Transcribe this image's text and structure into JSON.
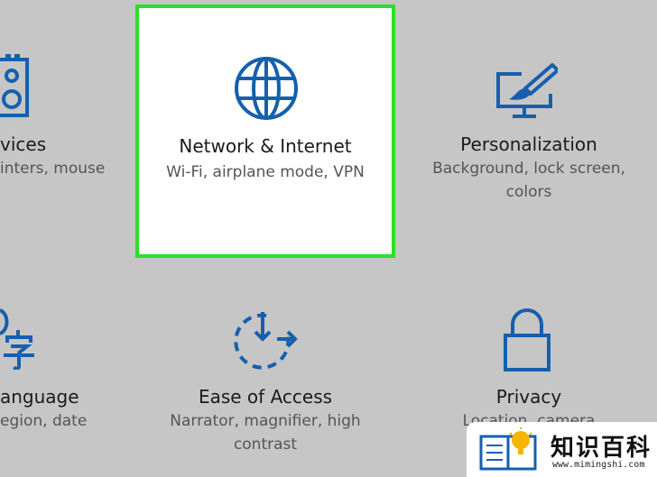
{
  "colors": {
    "background": "#c6c6c6",
    "icon_blue": "#1560ad",
    "selection_border": "#2bdf2b",
    "tile_selected_bg": "#ffffff"
  },
  "tiles": [
    {
      "id": "devices",
      "icon": "speaker-icon",
      "title": "vices",
      "desc": "inters, mouse"
    },
    {
      "id": "network",
      "icon": "globe-icon",
      "title": "Network & Internet",
      "desc": "Wi-Fi, airplane mode, VPN",
      "selected": true
    },
    {
      "id": "personalization",
      "icon": "monitor-brush-icon",
      "title": "Personalization",
      "desc": "Background, lock screen, colors"
    },
    {
      "id": "language",
      "icon": "language-character-icon",
      "title": "anguage",
      "desc": "egion, date"
    },
    {
      "id": "ease",
      "icon": "ease-of-access-icon",
      "title": "Ease of Access",
      "desc": "Narrator, magnifier, high contrast"
    },
    {
      "id": "privacy",
      "icon": "lock-icon",
      "title": "Privacy",
      "desc": "Location, camera"
    }
  ],
  "watermark": {
    "text": "知识百科",
    "url": "www.mimingshi.com",
    "icon": "book-lightbulb-icon"
  }
}
